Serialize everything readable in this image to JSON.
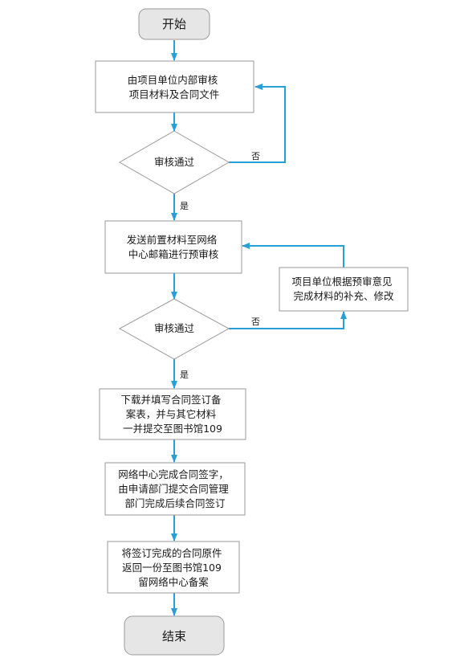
{
  "nodes": {
    "start": {
      "label": "开始",
      "shape": "terminal"
    },
    "internal_review": {
      "lines": [
        "由项目单位内部审核",
        "项目材料及合同文件"
      ],
      "shape": "process"
    },
    "decision_1": {
      "label": "审核通过",
      "shape": "decision"
    },
    "send_materials": {
      "lines": [
        "发送前置材料至网络",
        "中心邮箱进行预审核"
      ],
      "shape": "process"
    },
    "supplement": {
      "lines": [
        "项目单位根据预审意见",
        "完成材料的补充、修改"
      ],
      "shape": "process"
    },
    "decision_2": {
      "label": "审核通过",
      "shape": "decision"
    },
    "download_form": {
      "lines": [
        "下载并填写合同签订备",
        "案表，并与其它材料",
        "一并提交至图书馆109"
      ],
      "shape": "process"
    },
    "sign_contract": {
      "lines": [
        "网络中心完成合同签字，",
        "由申请部门提交合同管理",
        "部门完成后续合同签订"
      ],
      "shape": "process"
    },
    "return_copy": {
      "lines": [
        "将签订完成的合同原件",
        "返回一份至图书馆109",
        "留网络中心备案"
      ],
      "shape": "process"
    },
    "end": {
      "label": "结束",
      "shape": "terminal"
    }
  },
  "edges": {
    "d1_no": "否",
    "d1_yes": "是",
    "d2_no": "否",
    "d2_yes": "是"
  },
  "colors": {
    "arrow": "#2a9fd6",
    "box_border": "#9a9a9a",
    "terminal_fill": "#e6e6e6",
    "text": "#1a1a1a"
  }
}
